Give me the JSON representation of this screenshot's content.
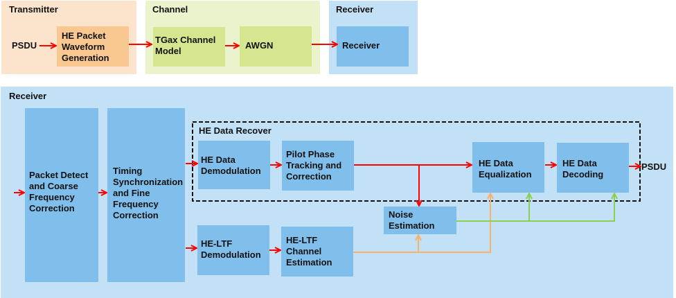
{
  "top": {
    "transmitter": {
      "title": "Transmitter",
      "input": "PSDU",
      "block": [
        "HE Packet",
        "Waveform",
        "Generation"
      ]
    },
    "channel": {
      "title": "Channel",
      "blocks": [
        [
          "TGax Channel",
          "Model"
        ],
        [
          "AWGN"
        ]
      ]
    },
    "receiver": {
      "title": "Receiver",
      "block": [
        "Receiver"
      ]
    }
  },
  "receiver_detail": {
    "title": "Receiver",
    "group_title": "HE Data Recover",
    "blocks": {
      "packet_detect": [
        "Packet Detect",
        "and Coarse",
        "Frequency",
        "Correction"
      ],
      "timing_sync": [
        "Timing",
        "Synchronization",
        "and Fine",
        "Frequency",
        "Correction"
      ],
      "he_data_demod": [
        "HE Data",
        "Demodulation"
      ],
      "pilot_phase": [
        "Pilot Phase",
        "Tracking and",
        "Correction"
      ],
      "he_data_eq": [
        "HE Data",
        "Equalization"
      ],
      "he_data_decoding": [
        "HE Data",
        "Decoding"
      ],
      "noise_est": [
        "Noise",
        "Estimation"
      ],
      "heltf_demod": [
        "HE-LTF",
        "Demodulation"
      ],
      "heltf_chest": [
        "HE-LTF",
        "Channel",
        "Estimation"
      ]
    },
    "output": "PSDU"
  },
  "colors": {
    "tx_panel": "#fce4cc",
    "tx_block": "#f9c890",
    "ch_panel": "#ebf3cc",
    "ch_block": "#d6e68e",
    "rx_panel": "#c2e0f6",
    "rx_block": "#80bfec",
    "data_arrow": "#ff0000",
    "chest_arrow": "#f8b26a",
    "noise_arrow": "#8cd04f"
  }
}
